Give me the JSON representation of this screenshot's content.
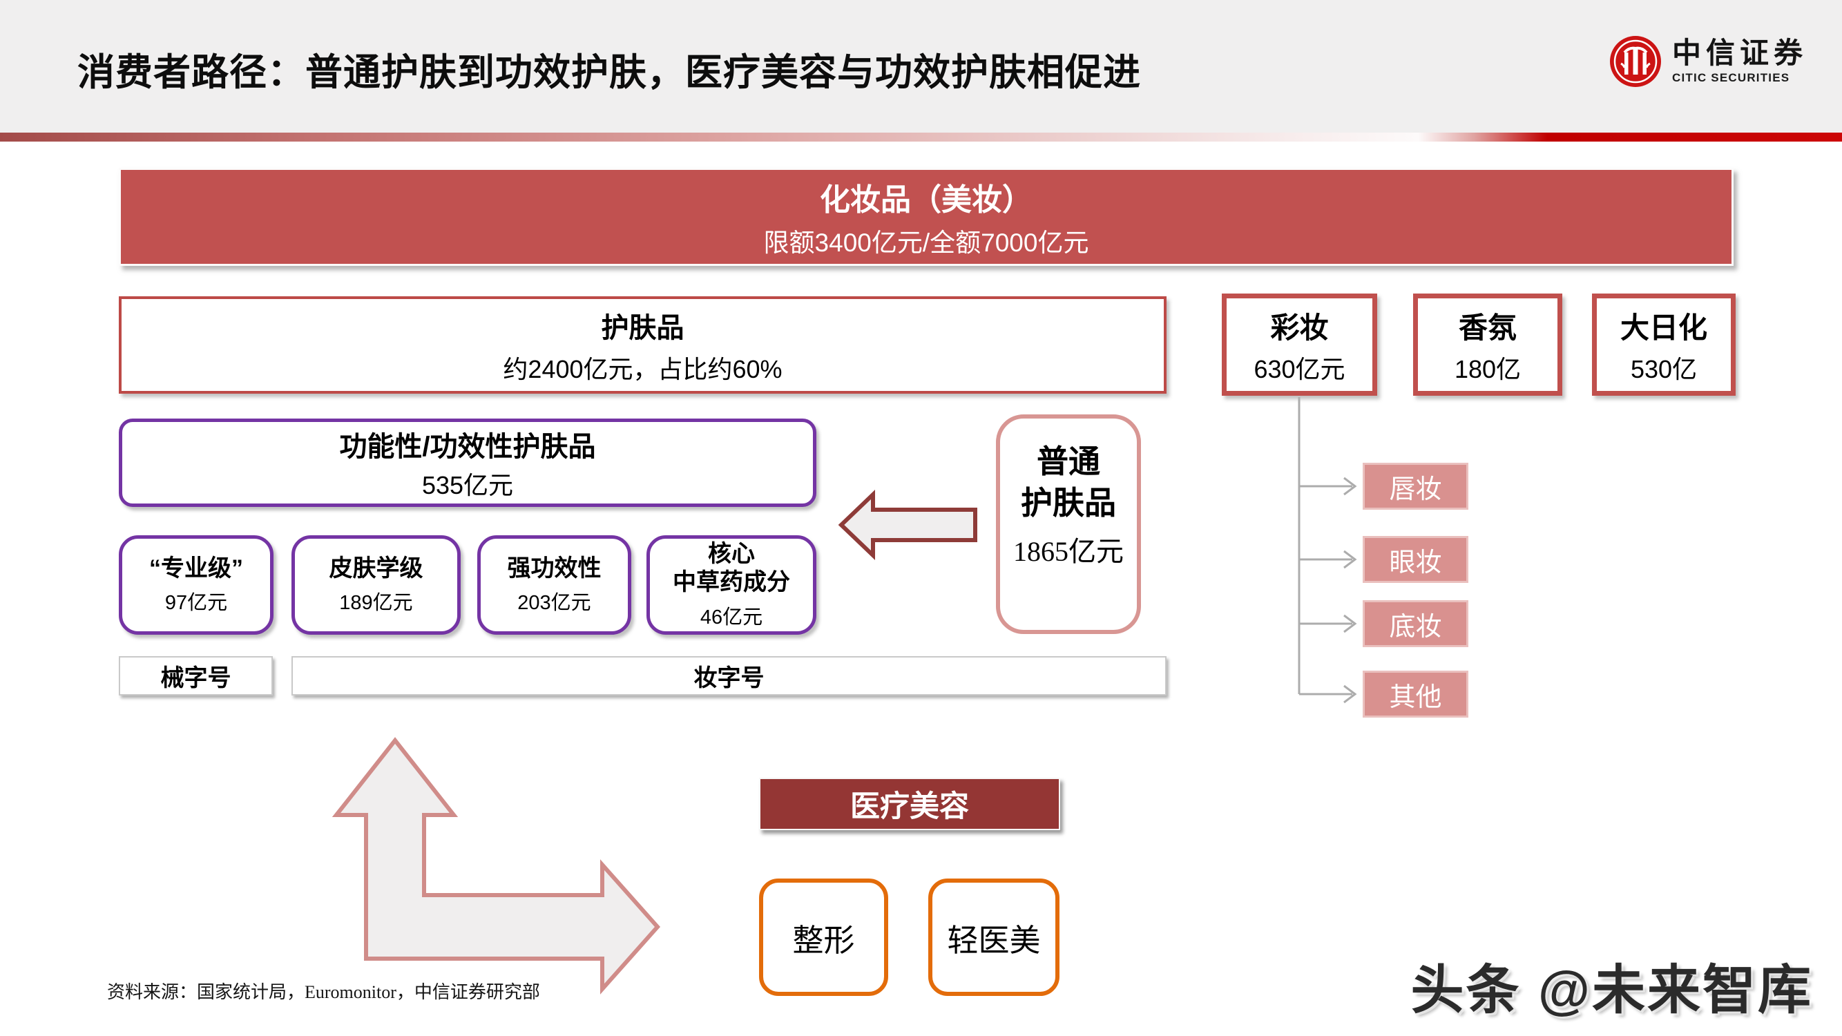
{
  "slide": {
    "title": "消费者路径：普通护肤到功效护肤，医疗美容与功效护肤相促进",
    "source_note": "资料来源：国家统计局，Euromonitor，中信证券研究部",
    "watermark": "头条 @未来智库"
  },
  "logo": {
    "cn": "中信证券",
    "en": "CITIC SECURITIES"
  },
  "banner": {
    "title": "化妆品（美妆）",
    "subtitle": "限额3400亿元/全额7000亿元"
  },
  "skincare": {
    "title": "护肤品",
    "subtitle": "约2400亿元，占比约60%"
  },
  "categories": [
    {
      "label": "彩妆",
      "value": "630亿元"
    },
    {
      "label": "香氛",
      "value": "180亿"
    },
    {
      "label": "大日化",
      "value": "530亿"
    }
  ],
  "functional": {
    "title": "功能性/功效性护肤品",
    "value": "535亿元"
  },
  "segments": [
    {
      "title": "“专业级”",
      "title2": "",
      "value": "97亿元"
    },
    {
      "title": "皮肤学级",
      "title2": "",
      "value": "189亿元"
    },
    {
      "title": "强功效性",
      "title2": "",
      "value": "203亿元"
    },
    {
      "title": "核心",
      "title2": "中草药成分",
      "value": "46亿元"
    }
  ],
  "ordinary": {
    "line1": "普通",
    "line2": "护肤品",
    "value": "1865亿元"
  },
  "registration": {
    "device": "械字号",
    "cosmetic": "妆字号"
  },
  "makeup_subs": [
    "唇妆",
    "眼妆",
    "底妆",
    "其他"
  ],
  "medical": {
    "title": "医疗美容",
    "items": [
      "整形",
      "轻医美"
    ]
  },
  "colors": {
    "banner_red": "#C15150",
    "border_red": "#C0504D",
    "dark_red": "#943634",
    "maroon_arrow": "#8E3B38",
    "purple": "#7434A4",
    "pink_fill": "#D9918F",
    "pink_border": "#D89693",
    "orange": "#E36C0A",
    "line_gray": "#ACACAC",
    "bright_red": "#C00000"
  }
}
